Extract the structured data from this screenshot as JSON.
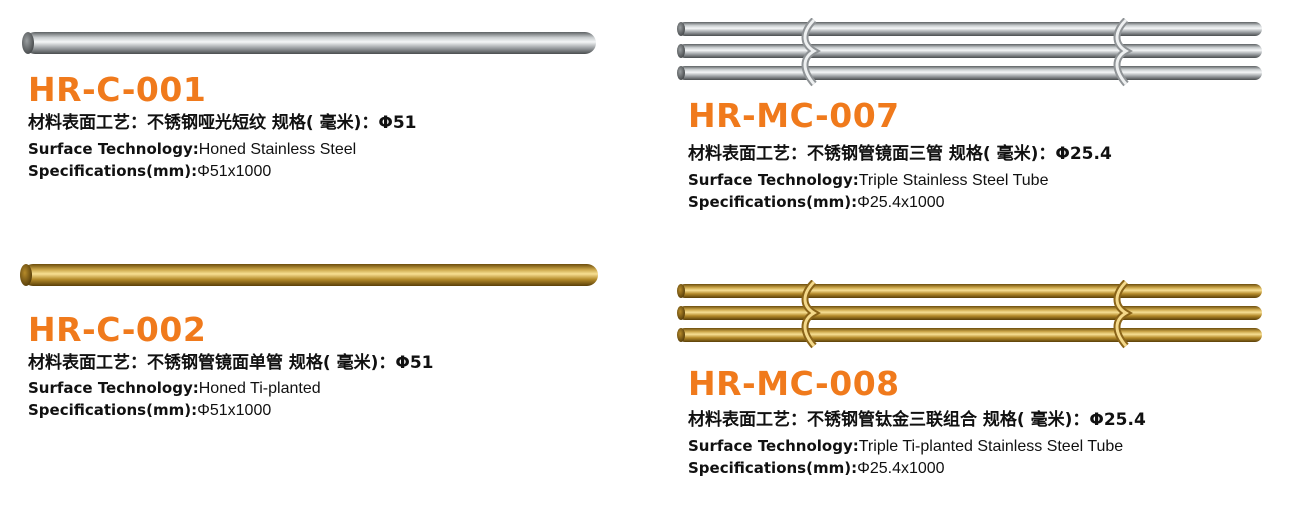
{
  "products": [
    {
      "code": "HR-C-001",
      "cn_label": "材料表面工艺：不锈钢哑光短纹 规格( 毫米)：Φ51",
      "surface_label": "Surface Technology:",
      "surface_value": "Honed Stainless Steel",
      "spec_label": "Specifications(mm):",
      "spec_value": "Φ51x1000",
      "image": "single-tube",
      "finish": "silver"
    },
    {
      "code": "HR-C-002",
      "cn_label": "材料表面工艺：不锈钢管镜面单管 规格( 毫米)：Φ51",
      "surface_label": "Surface Technology:",
      "surface_value": "Honed Ti-planted",
      "spec_label": "Specifications(mm):",
      "spec_value": "Φ51x1000",
      "image": "single-tube",
      "finish": "gold"
    },
    {
      "code": "HR-MC-007",
      "cn_label": "材料表面工艺：不锈钢管镜面三管 规格( 毫米)：Φ25.4",
      "surface_label": "Surface Technology:",
      "surface_value": "Triple Stainless Steel Tube",
      "spec_label": "Specifications(mm):",
      "spec_value": "Φ25.4x1000",
      "image": "triple-tube",
      "finish": "silver"
    },
    {
      "code": "HR-MC-008",
      "cn_label": "材料表面工艺：不锈钢管钛金三联组合 规格( 毫米)：Φ25.4",
      "surface_label": "Surface Technology:",
      "surface_value": "Triple Ti-planted Stainless Steel Tube",
      "spec_label": "Specifications(mm):",
      "spec_value": "Φ25.4x1000",
      "image": "triple-tube",
      "finish": "gold"
    }
  ],
  "colors": {
    "code_orange": "#f07a1c",
    "silver_dark": "#6f7375",
    "silver_light": "#f2f4f5",
    "gold_dark": "#7a5a12",
    "gold_light": "#f6dc8a"
  }
}
